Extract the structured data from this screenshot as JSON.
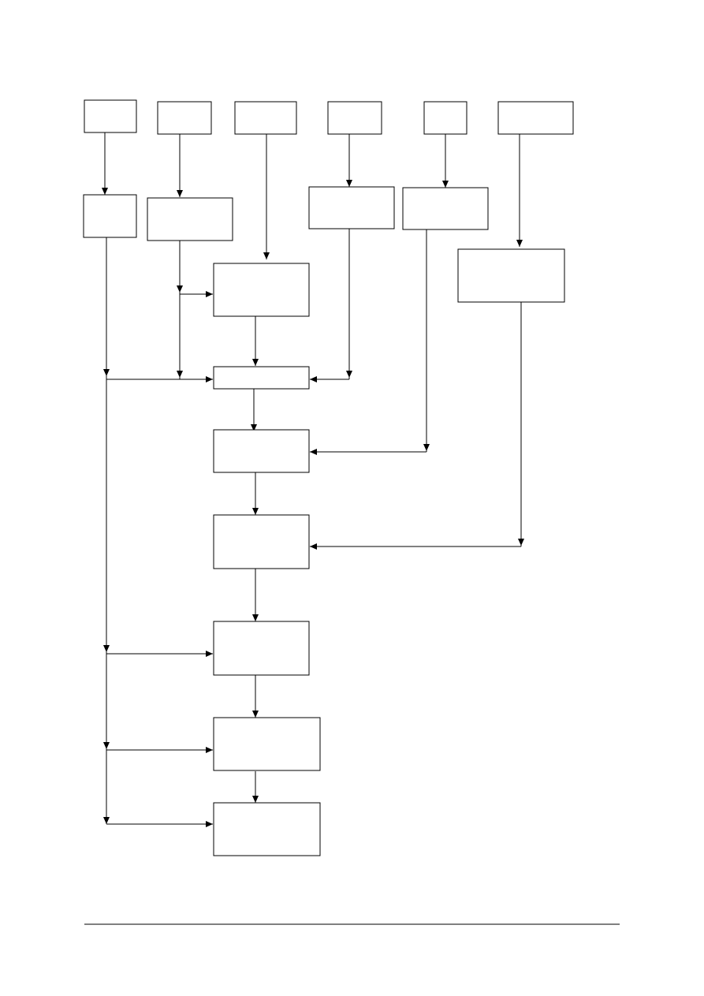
{
  "diagram": {
    "type": "flowchart",
    "line_color": "#000000",
    "background": "#ffffff",
    "nodes": [
      {
        "id": "top-1",
        "label": ""
      },
      {
        "id": "top-2",
        "label": ""
      },
      {
        "id": "top-3",
        "label": ""
      },
      {
        "id": "top-4",
        "label": ""
      },
      {
        "id": "top-5",
        "label": ""
      },
      {
        "id": "top-6",
        "label": ""
      },
      {
        "id": "mid-1",
        "label": ""
      },
      {
        "id": "mid-2",
        "label": ""
      },
      {
        "id": "mid-4",
        "label": ""
      },
      {
        "id": "mid-5",
        "label": ""
      },
      {
        "id": "mid-6",
        "label": ""
      },
      {
        "id": "step-1",
        "label": ""
      },
      {
        "id": "step-2",
        "label": ""
      },
      {
        "id": "step-3",
        "label": ""
      },
      {
        "id": "step-4",
        "label": ""
      },
      {
        "id": "step-5",
        "label": ""
      },
      {
        "id": "step-6",
        "label": ""
      },
      {
        "id": "step-7",
        "label": ""
      }
    ],
    "edges": [
      {
        "from": "top-1",
        "to": "mid-1"
      },
      {
        "from": "top-2",
        "to": "mid-2"
      },
      {
        "from": "top-3",
        "to": "step-1"
      },
      {
        "from": "top-4",
        "to": "mid-4"
      },
      {
        "from": "top-5",
        "to": "mid-5"
      },
      {
        "from": "top-6",
        "to": "mid-6"
      },
      {
        "from": "mid-2",
        "to": "step-1"
      },
      {
        "from": "step-1",
        "to": "step-2"
      },
      {
        "from": "mid-1",
        "to": "step-2"
      },
      {
        "from": "mid-2",
        "to": "step-2"
      },
      {
        "from": "mid-4",
        "to": "step-2"
      },
      {
        "from": "step-2",
        "to": "step-3"
      },
      {
        "from": "mid-5",
        "to": "step-3"
      },
      {
        "from": "step-3",
        "to": "step-4"
      },
      {
        "from": "mid-6",
        "to": "step-4"
      },
      {
        "from": "step-4",
        "to": "step-5"
      },
      {
        "from": "mid-1",
        "to": "step-5"
      },
      {
        "from": "step-5",
        "to": "step-6"
      },
      {
        "from": "mid-1",
        "to": "step-6"
      },
      {
        "from": "step-6",
        "to": "step-7"
      },
      {
        "from": "mid-1",
        "to": "step-7"
      }
    ]
  }
}
